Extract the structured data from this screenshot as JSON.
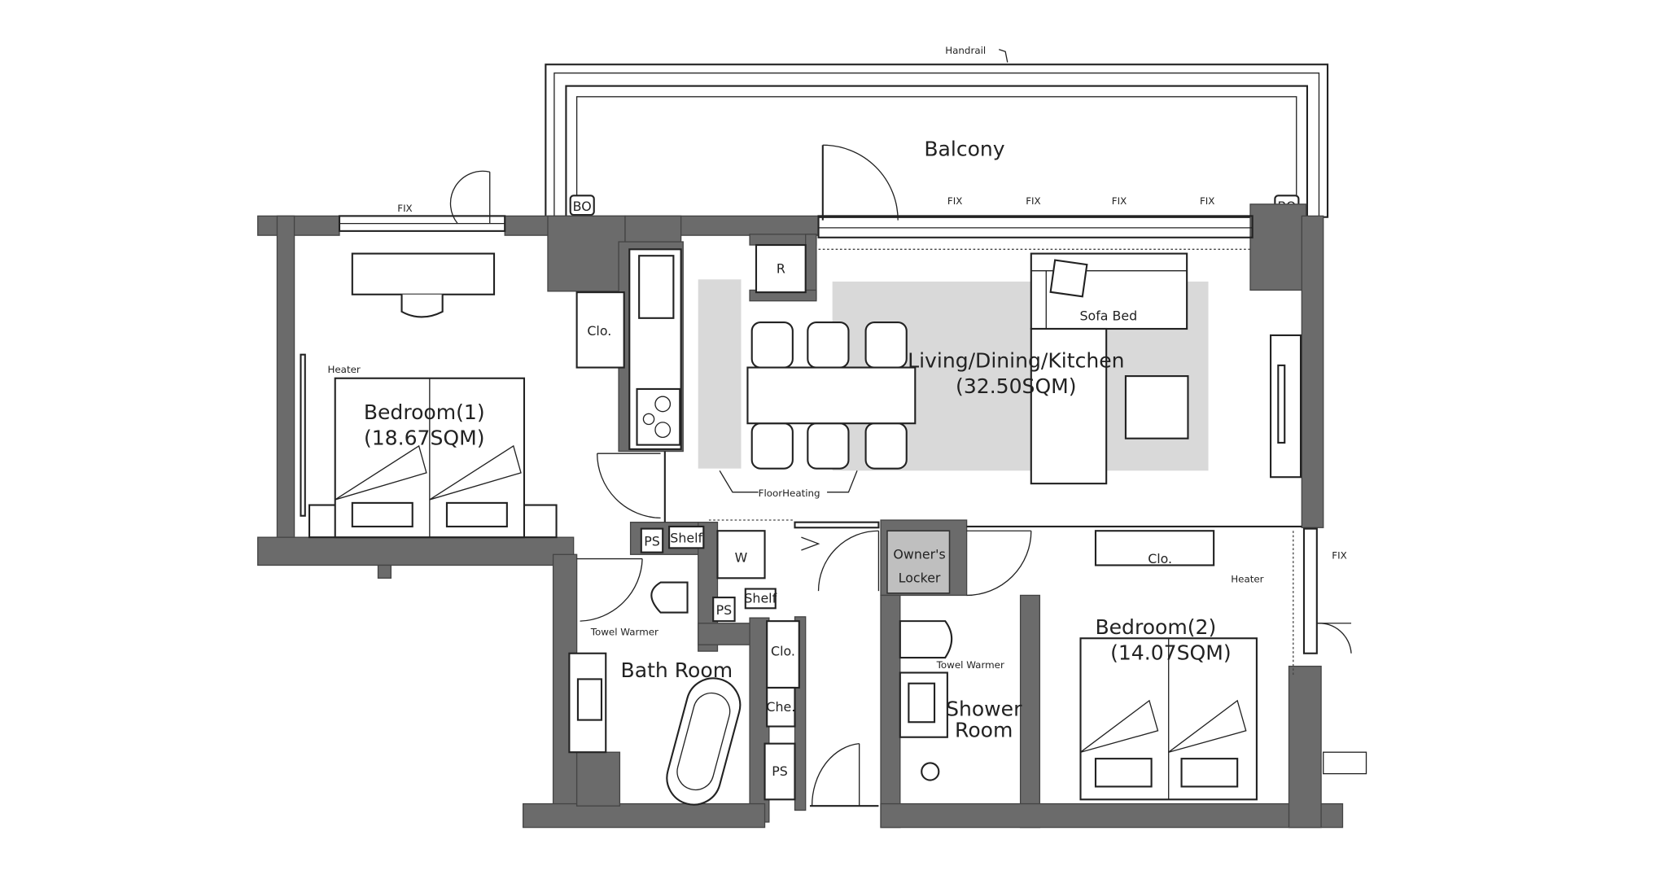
{
  "plan": {
    "rooms": {
      "balcony": {
        "label": "Balcony"
      },
      "living": {
        "label": "Living/Dining/Kitchen",
        "area": "(32.50SQM)"
      },
      "bedroom1": {
        "label": "Bedroom(1)",
        "area": "(18.67SQM)"
      },
      "bedroom2": {
        "label": "Bedroom(2)",
        "area": "(14.07SQM)"
      },
      "bathroom": {
        "label": "Bath Room"
      },
      "shower": {
        "label_line1": "Shower",
        "label_line2": "Room"
      },
      "locker": {
        "label_line1": "Owner's",
        "label_line2": "Locker"
      }
    },
    "fixtures": {
      "handrail": "Handrail",
      "fix": "FIX",
      "bo": "BO",
      "closet": "Clo.",
      "refrigerator": "R",
      "sofa_bed": "Sofa Bed",
      "heater": "Heater",
      "floor_heating": "FloorHeating",
      "ps": "PS",
      "shelf": "Shelf",
      "washer": "W",
      "towel_warmer": "Towel Warmer",
      "chest": "Che."
    },
    "colors": {
      "wall": "#6b6b6b",
      "floor_heating": "#d9d9d9",
      "locker": "#bfbfbf"
    }
  }
}
